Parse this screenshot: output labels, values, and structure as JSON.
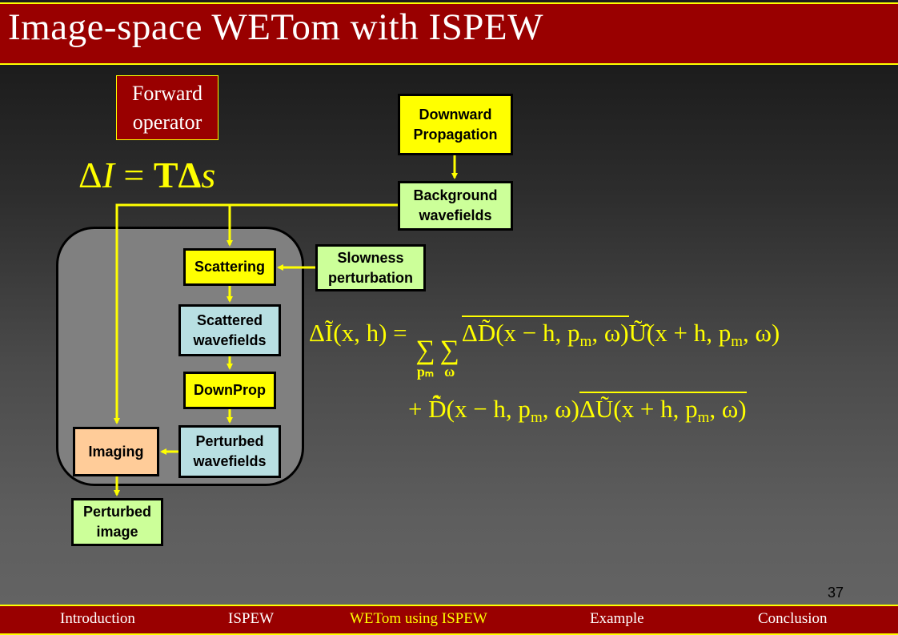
{
  "slide": {
    "title": "Image-space WETom with ISPEW",
    "page_number": "37",
    "forward_label_line1": "Forward",
    "forward_label_line2": "operator",
    "forward_equation": {
      "a": "Δ",
      "b": "I",
      "c": " = ",
      "d": "TΔ",
      "e": "s"
    }
  },
  "diagram": {
    "downward_propagation": [
      "Downward",
      "Propagation"
    ],
    "background_wavefields": [
      "Background",
      "wavefields"
    ],
    "scattering": "Scattering",
    "slowness_perturbation": [
      "Slowness",
      "perturbation"
    ],
    "scattered_wavefields": [
      "Scattered",
      "wavefields"
    ],
    "downprop": "DownProp",
    "perturbed_wavefields": [
      "Perturbed",
      "wavefields"
    ],
    "imaging": "Imaging",
    "perturbed_image": [
      "Perturbed",
      "image"
    ]
  },
  "equation": {
    "lhs": "ΔĨ(x, h) =",
    "sum": "∑",
    "sum1_under": "pₘ",
    "sum2_under": "ω",
    "t1a": "ΔD̃(x − h, p",
    "m": "m",
    "t1b": ", ω)",
    "t2a": "Ũ̂(x + h, p",
    "t2b": ", ω)",
    "plus": "+ ",
    "t3a": "D̃̂(x − h, p",
    "t3b": ", ω)",
    "t4a": "ΔŨ(x + h, p",
    "t4b": ", ω)"
  },
  "footer": {
    "nav": [
      "Introduction",
      "ISPEW",
      "WETom using ISPEW",
      "Example",
      "Conclusion"
    ],
    "active_index": 2
  },
  "colors": {
    "brand_red": "#990000",
    "accent_yellow": "#ffff00",
    "green_box": "#ccff99",
    "blue_box": "#b8dfe2",
    "orange_box": "#ffcc99"
  }
}
